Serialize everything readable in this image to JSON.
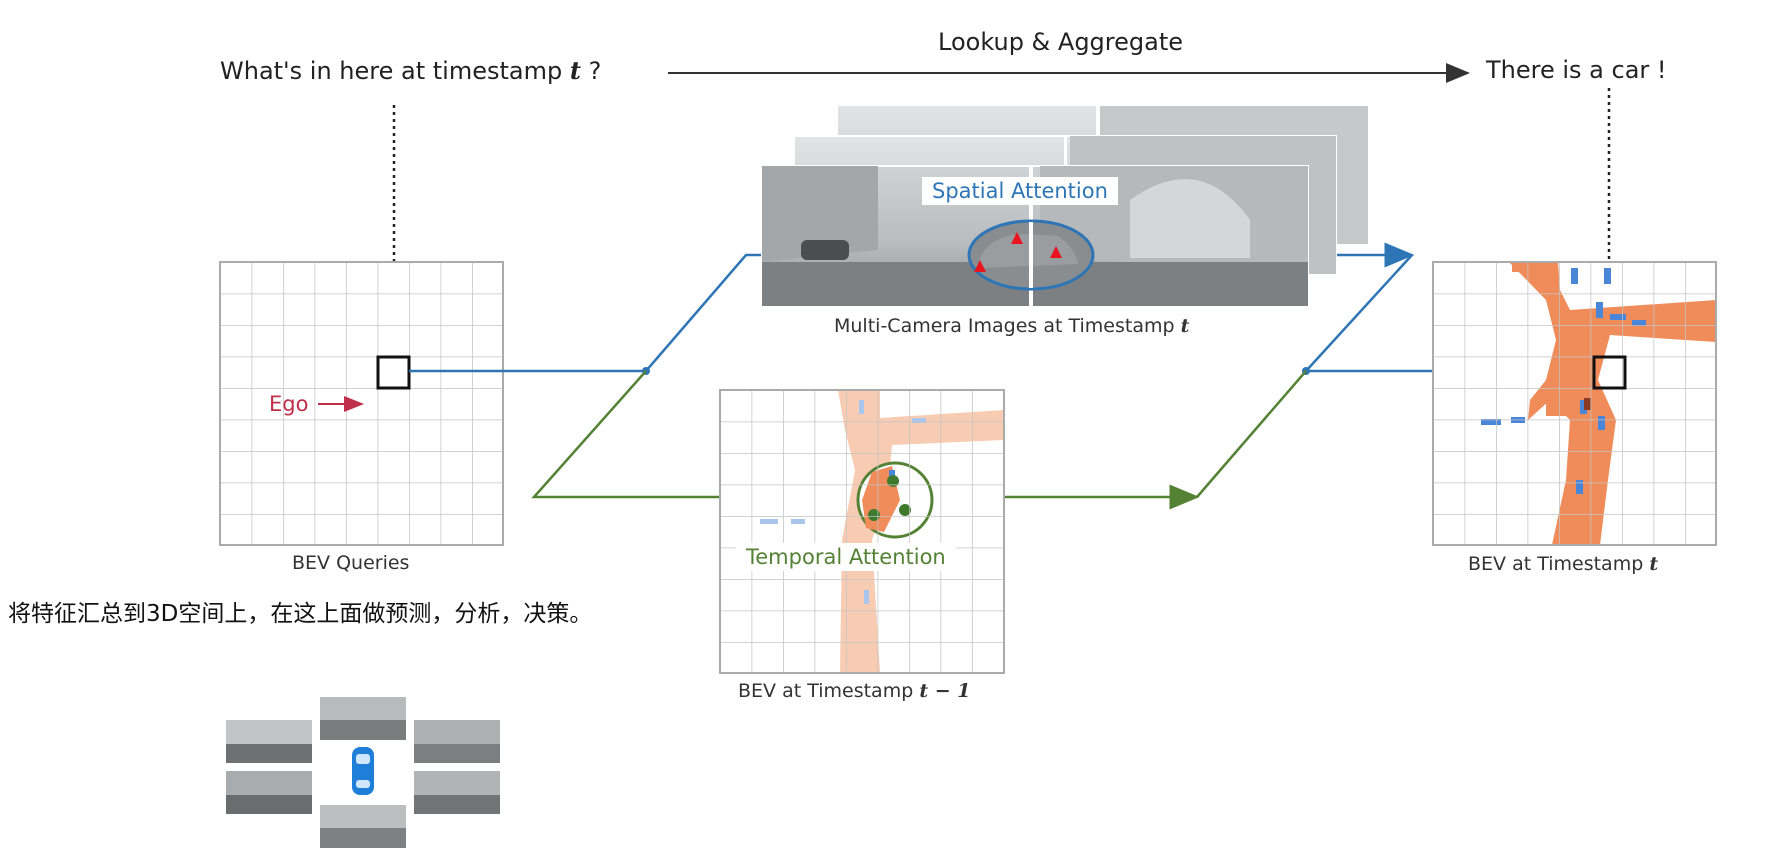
{
  "top": {
    "question_prefix": "What's in here at timestamp",
    "question_var": "t",
    "question_suffix": " ?",
    "arrow_label": "Lookup & Aggregate",
    "answer": "There is a car !"
  },
  "left_bev": {
    "caption": "BEV Queries",
    "ego_label": "Ego"
  },
  "cameras": {
    "caption_prefix": "Multi-Camera Images at Timestamp",
    "caption_var": "t",
    "attention_label": "Spatial Attention"
  },
  "prev_bev": {
    "caption_prefix": "BEV at Timestamp",
    "caption_var": "t − 1",
    "attention_label": "Temporal Attention"
  },
  "right_bev": {
    "caption_prefix": "BEV at Timestamp",
    "caption_var": "t"
  },
  "note": "将特征汇总到3D空间上，在这上面做预测，分析，决策。",
  "colors": {
    "spatial": "#2e75b6",
    "temporal": "#548235",
    "ego": "#c0304a",
    "road": "#f08c5a",
    "road_faded": "#f7c3a6",
    "car": "#4a86d8",
    "grid": "#b0b0b0"
  }
}
